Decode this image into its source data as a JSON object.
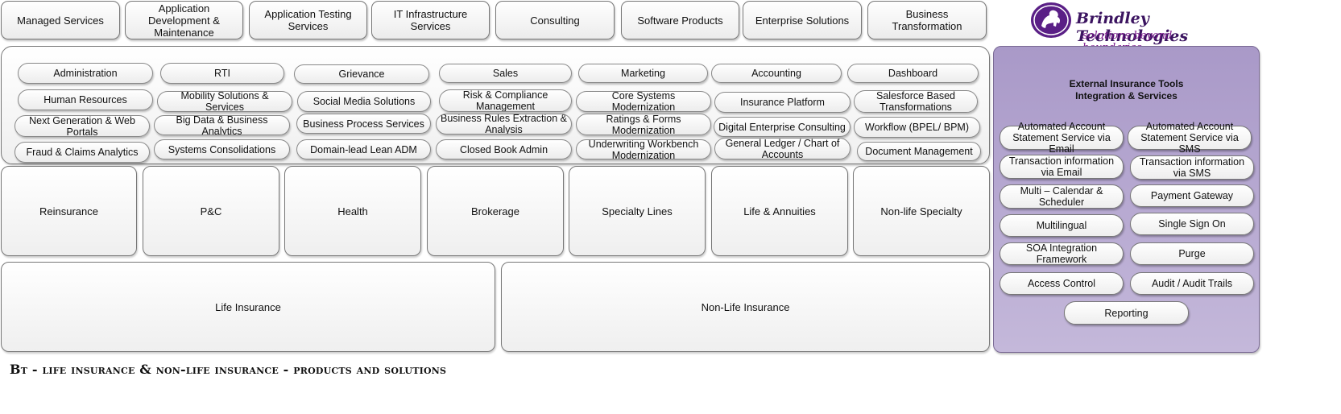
{
  "top_nav": [
    "Managed Services",
    "Application Development & Maintenance",
    "Application Testing Services",
    "IT Infrastructure Services",
    "Consulting",
    "Software Products",
    "Enterprise Solutions",
    "Business Transformation"
  ],
  "brand": {
    "name": "Brindley Technologies",
    "tagline": "solutions beyond boundaries...",
    "logo_color": "#5a1f86"
  },
  "capabilities": [
    "Administration",
    "RTI",
    "Grievance",
    "Sales",
    "Marketing",
    "Accounting",
    "Dashboard",
    "Human Resources",
    "Mobility Solutions & Services",
    "Social Media Solutions",
    "Risk & Compliance Management",
    "Core Systems Modernization",
    "Insurance Platform",
    "Salesforce Based Transformations",
    "Next Generation & Web Portals",
    "Big Data & Business Analytics",
    "Business Process Services",
    "Business Rules Extraction & Analysis",
    "Ratings & Forms Modernization",
    "Digital Enterprise Consulting",
    "Workflow (BPEL/ BPM)",
    "Fraud & Claims Analytics",
    "Systems Consolidations",
    "Domain-lead Lean ADM",
    "Closed Book Admin",
    "Underwriting Workbench Modernization",
    "General Ledger / Chart of Accounts",
    "Document Management"
  ],
  "segments": [
    "Reinsurance",
    "P&C",
    "Health",
    "Brokerage",
    "Specialty Lines",
    "Life & Annuities",
    "Non-life Specialty"
  ],
  "lines": [
    "Life Insurance",
    "Non-Life Insurance"
  ],
  "external_tools": {
    "title_line1": "External Insurance Tools",
    "title_line2": "Integration & Services",
    "items": [
      "Automated Account Statement Service via Email",
      "Automated Account Statement Service via SMS",
      "Transaction information via Email",
      "Transaction information via SMS",
      "Multi – Calendar & Scheduler",
      "Payment Gateway",
      "Multilingual",
      "Single Sign On",
      "SOA Integration Framework",
      "Purge",
      "Access Control",
      "Audit / Audit Trails",
      "Reporting"
    ],
    "panel_color": "#b5a7d1"
  },
  "footer": {
    "title": "Bt - life insurance & non-life insurance - products and solutions"
  }
}
